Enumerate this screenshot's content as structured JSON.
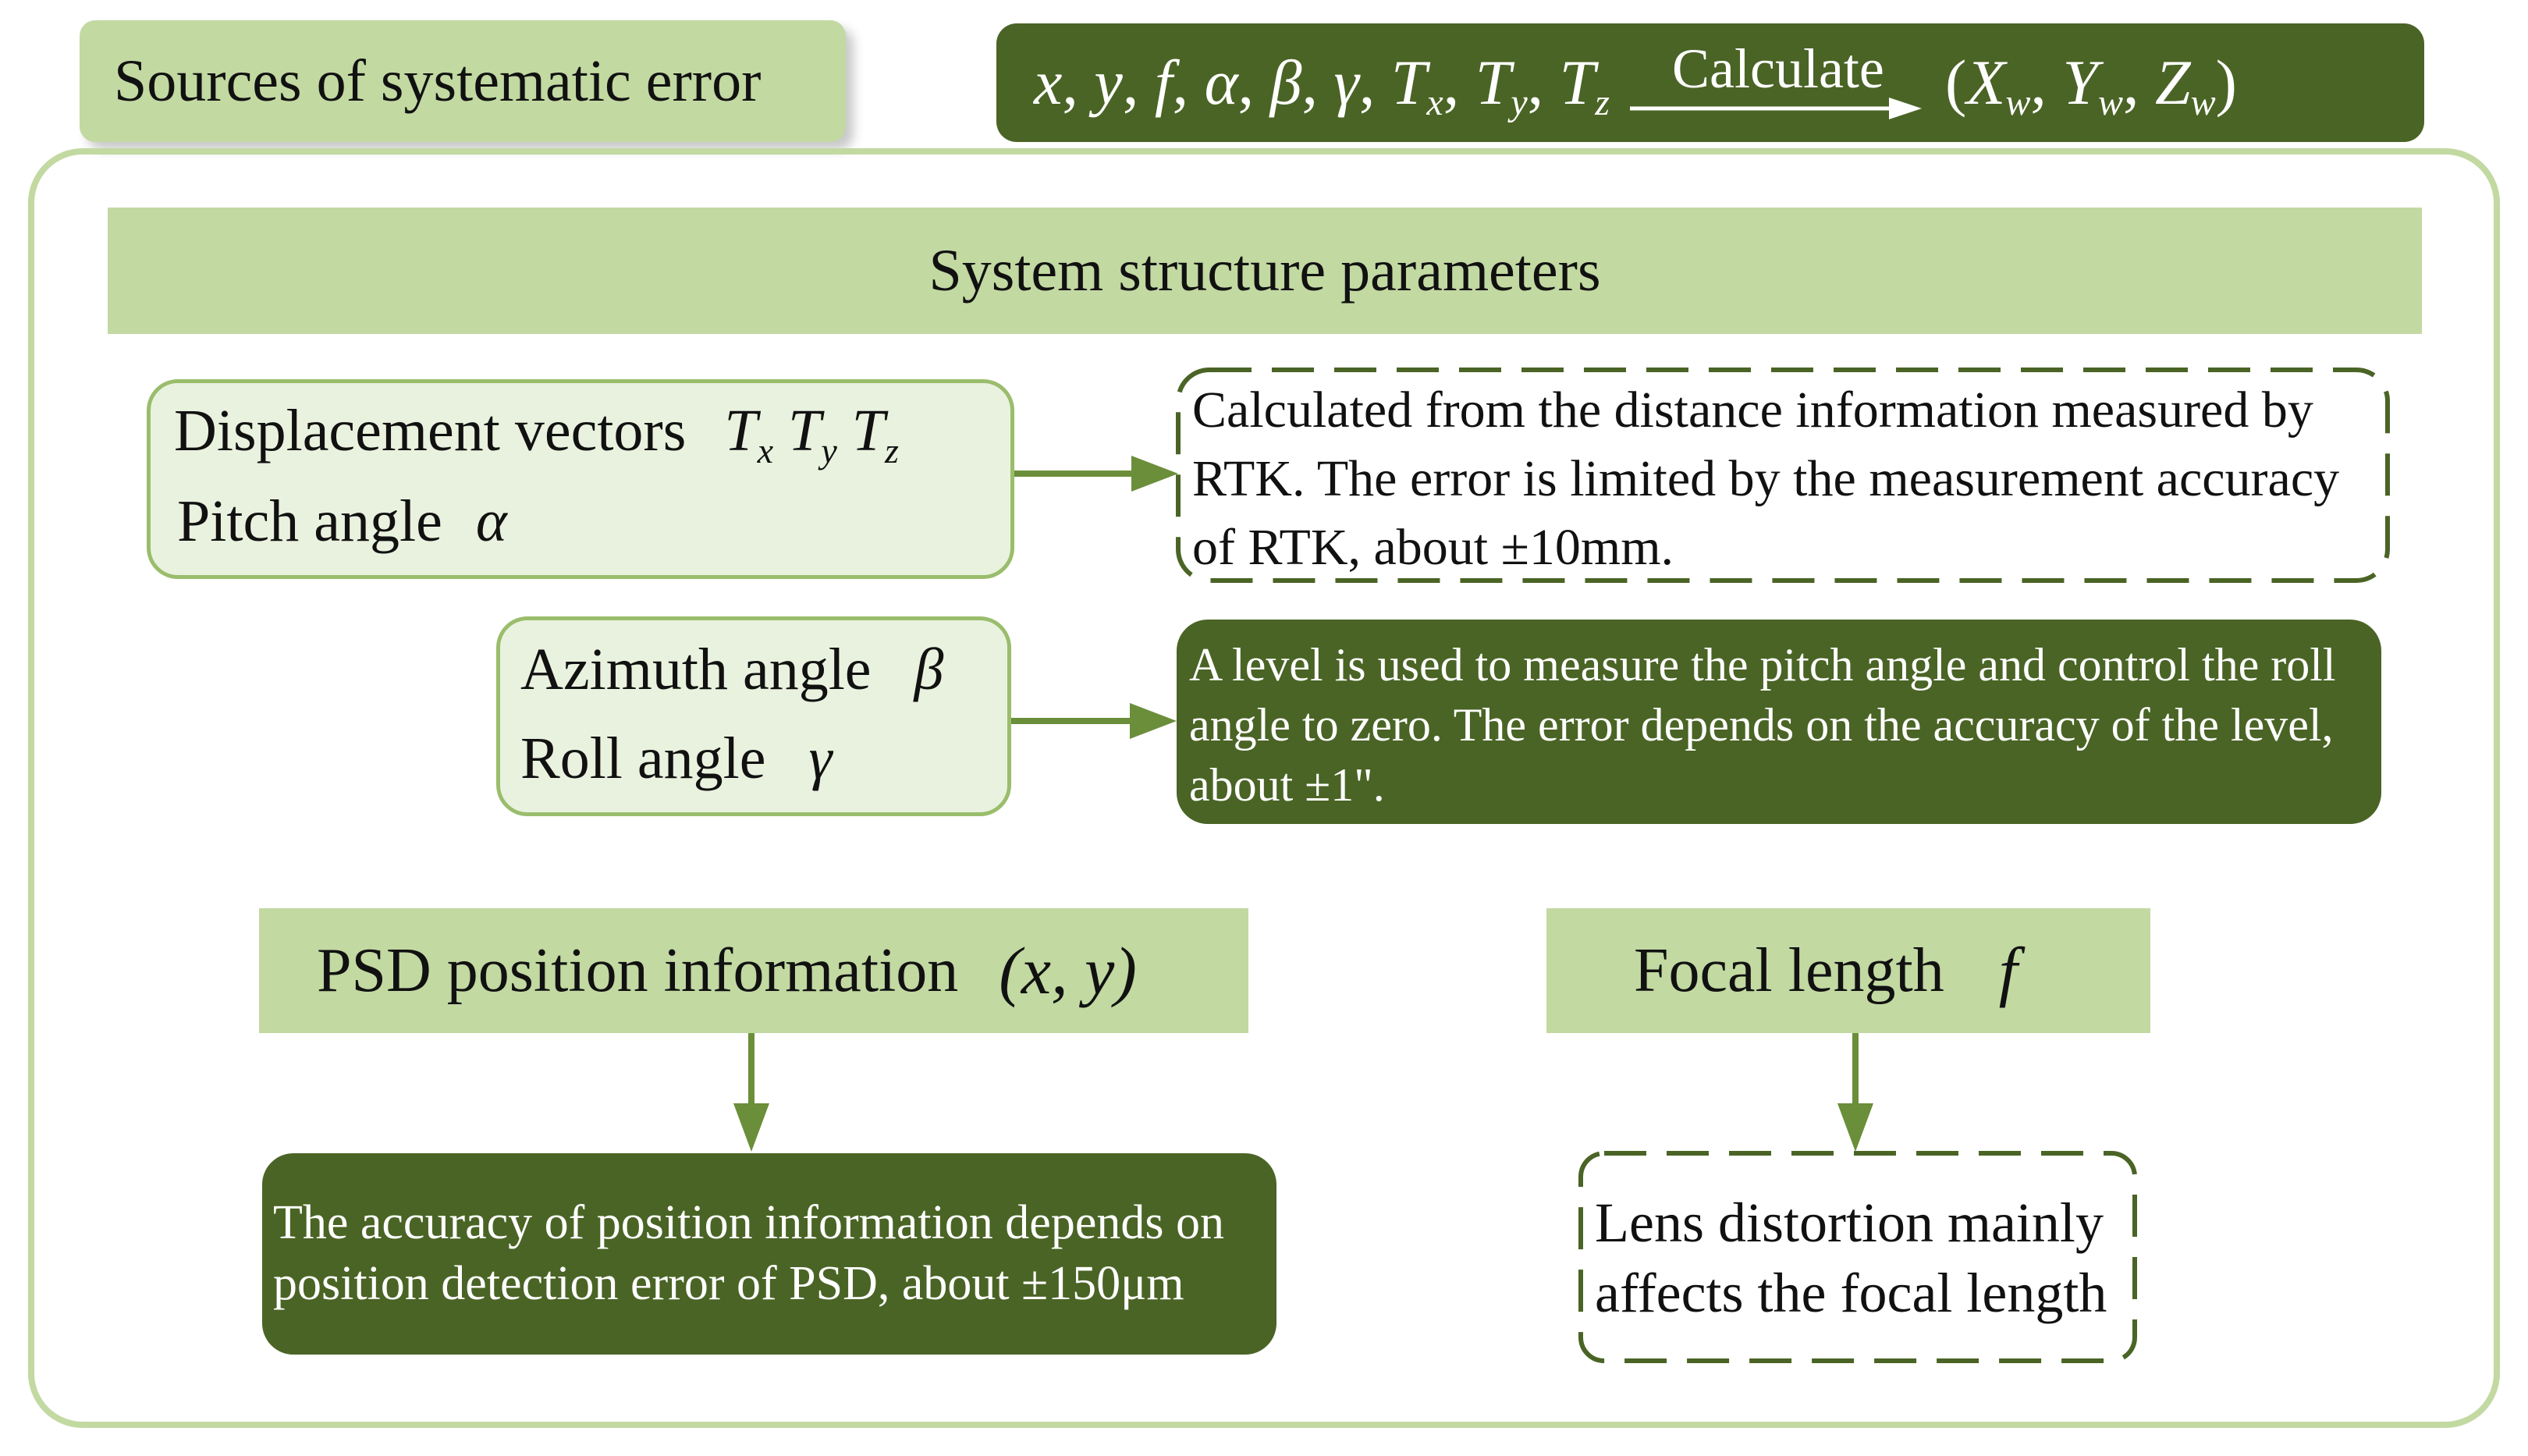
{
  "header": {
    "title": "Sources of systematic error",
    "formula": {
      "inputs": "x, y, f, α, β, γ, T",
      "calc_label": "Calculate",
      "output_open": "(X",
      "output_close": ")"
    }
  },
  "section": {
    "title": "System structure parameters"
  },
  "params": {
    "box1": {
      "line1_text": "Displacement vectors",
      "line2_text": "Pitch angle",
      "line2_symbol": "α"
    },
    "box2": {
      "line1_text": "Azimuth angle",
      "line1_symbol": "β",
      "line2_text": "Roll angle",
      "line2_symbol": "γ"
    }
  },
  "notes": {
    "rtk": "Calculated from the distance information measured by RTK. The error is limited by the measurement accuracy of RTK, about ±10mm.",
    "level": "A level is used to measure the pitch angle and control the roll angle to zero. The error depends on the accuracy of the level, about ±1\".",
    "psd": "The accuracy of position information depends on position detection error of PSD, about ±150μm",
    "lens": "Lens distortion mainly affects the focal length"
  },
  "sources": {
    "psd_label": "PSD position information",
    "psd_symbol": "(x, y)",
    "focal_label": "Focal length",
    "focal_symbol": "f"
  },
  "colors": {
    "light_green": "#c2d9a2",
    "dark_green": "#4a6425",
    "arrow_green": "#6b8e3a",
    "pale_green": "#e9f2de"
  }
}
